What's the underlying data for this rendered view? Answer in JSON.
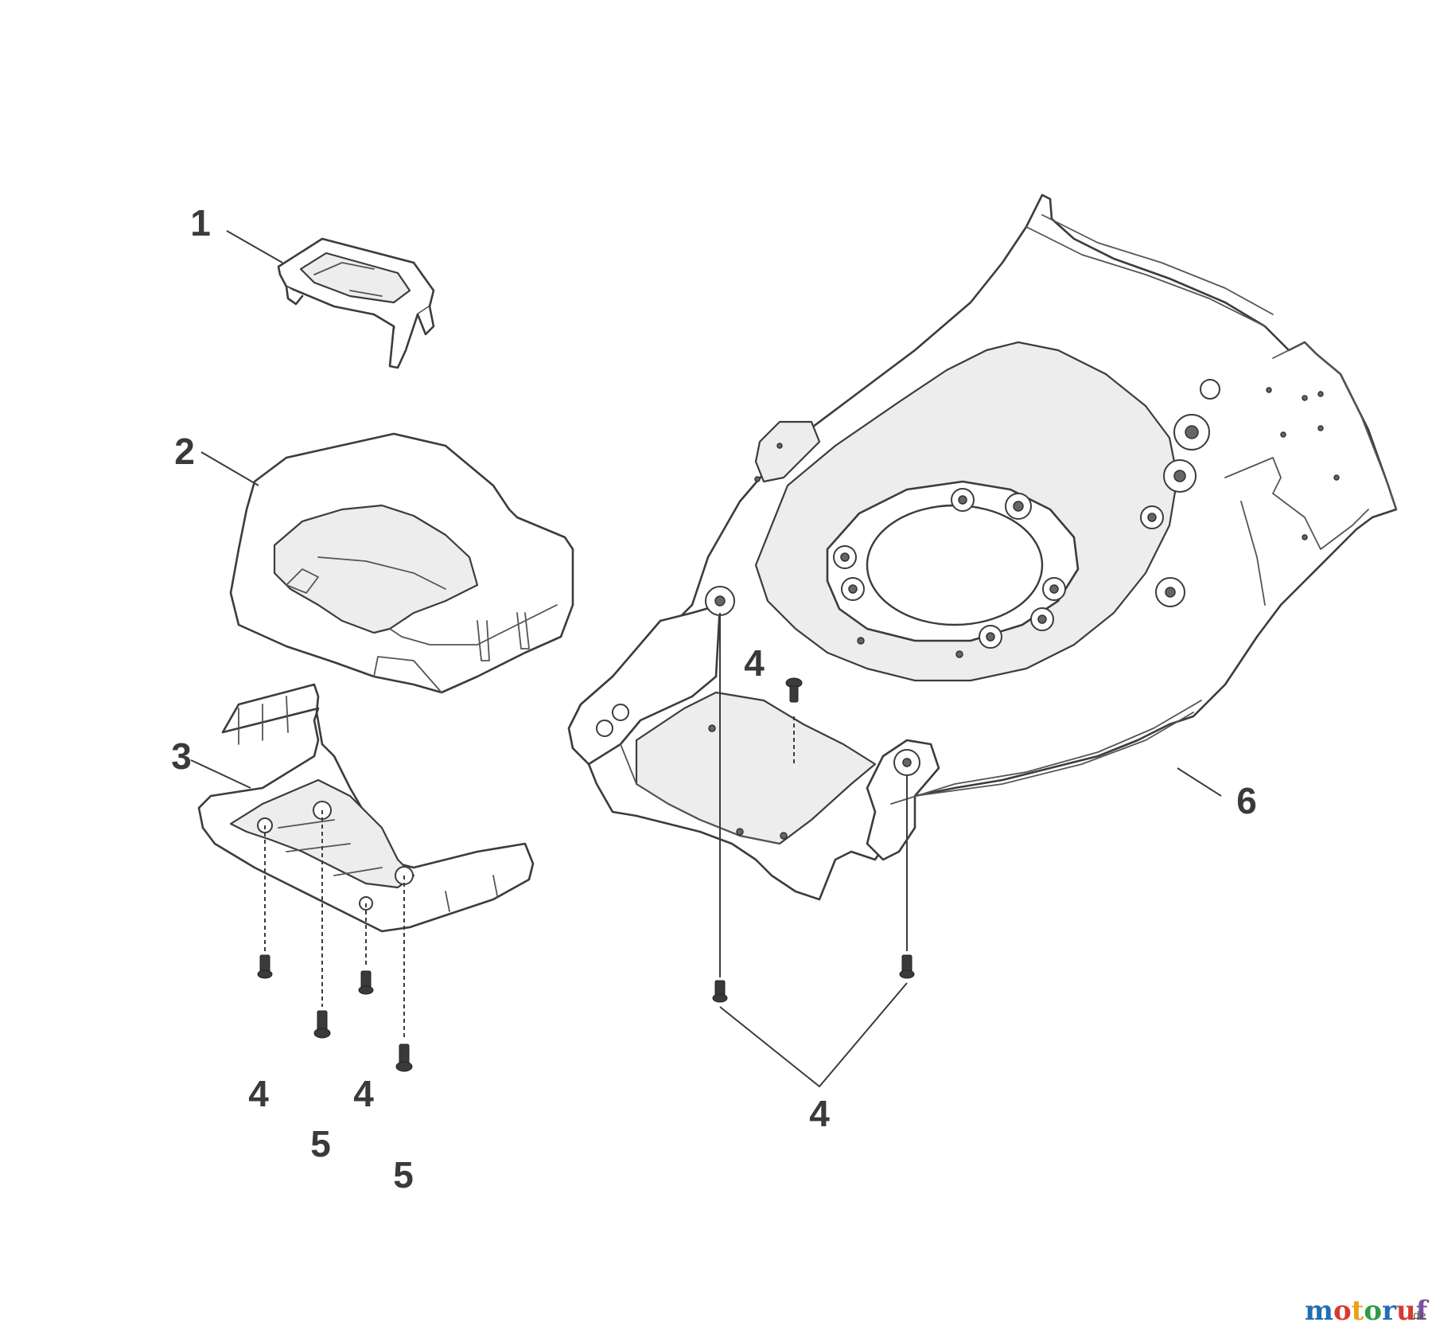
{
  "callouts": {
    "part_1": "1",
    "part_2": "2",
    "part_3": "3",
    "part_4_deck_top": "4",
    "part_4_bottom_left": "4",
    "part_4_bottom_mid": "4",
    "part_4_group_right": "4",
    "part_5_left": "5",
    "part_5_right": "5",
    "part_6": "6"
  },
  "watermark": {
    "text": "motoruf",
    "suffix": ".de",
    "colors": [
      "#1f6fb5",
      "#d63a2f",
      "#e6a21b",
      "#2f9a45",
      "#1f6fb5",
      "#d63a2f",
      "#7a4fa0"
    ]
  }
}
